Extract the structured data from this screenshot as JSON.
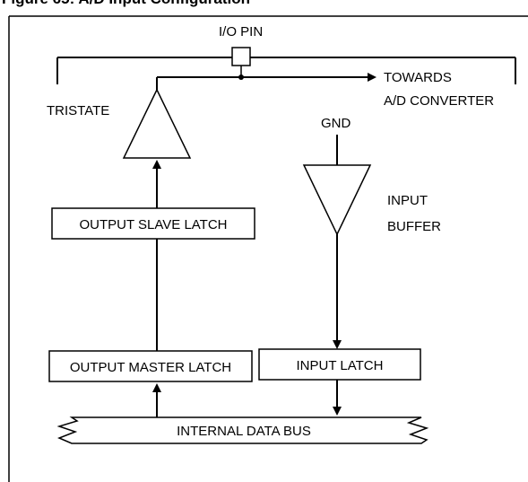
{
  "title": "Figure 65: A/D Input Configuration",
  "labels": {
    "io_pin": "I/O PIN",
    "towards": "TOWARDS",
    "ad_converter": "A/D CONVERTER",
    "tristate": "TRISTATE",
    "gnd": "GND",
    "input": "INPUT",
    "buffer": "BUFFER"
  },
  "blocks": {
    "output_slave_latch": "OUTPUT SLAVE LATCH",
    "output_master_latch": "OUTPUT MASTER LATCH",
    "input_latch": "INPUT LATCH",
    "internal_data_bus": "INTERNAL DATA BUS"
  }
}
